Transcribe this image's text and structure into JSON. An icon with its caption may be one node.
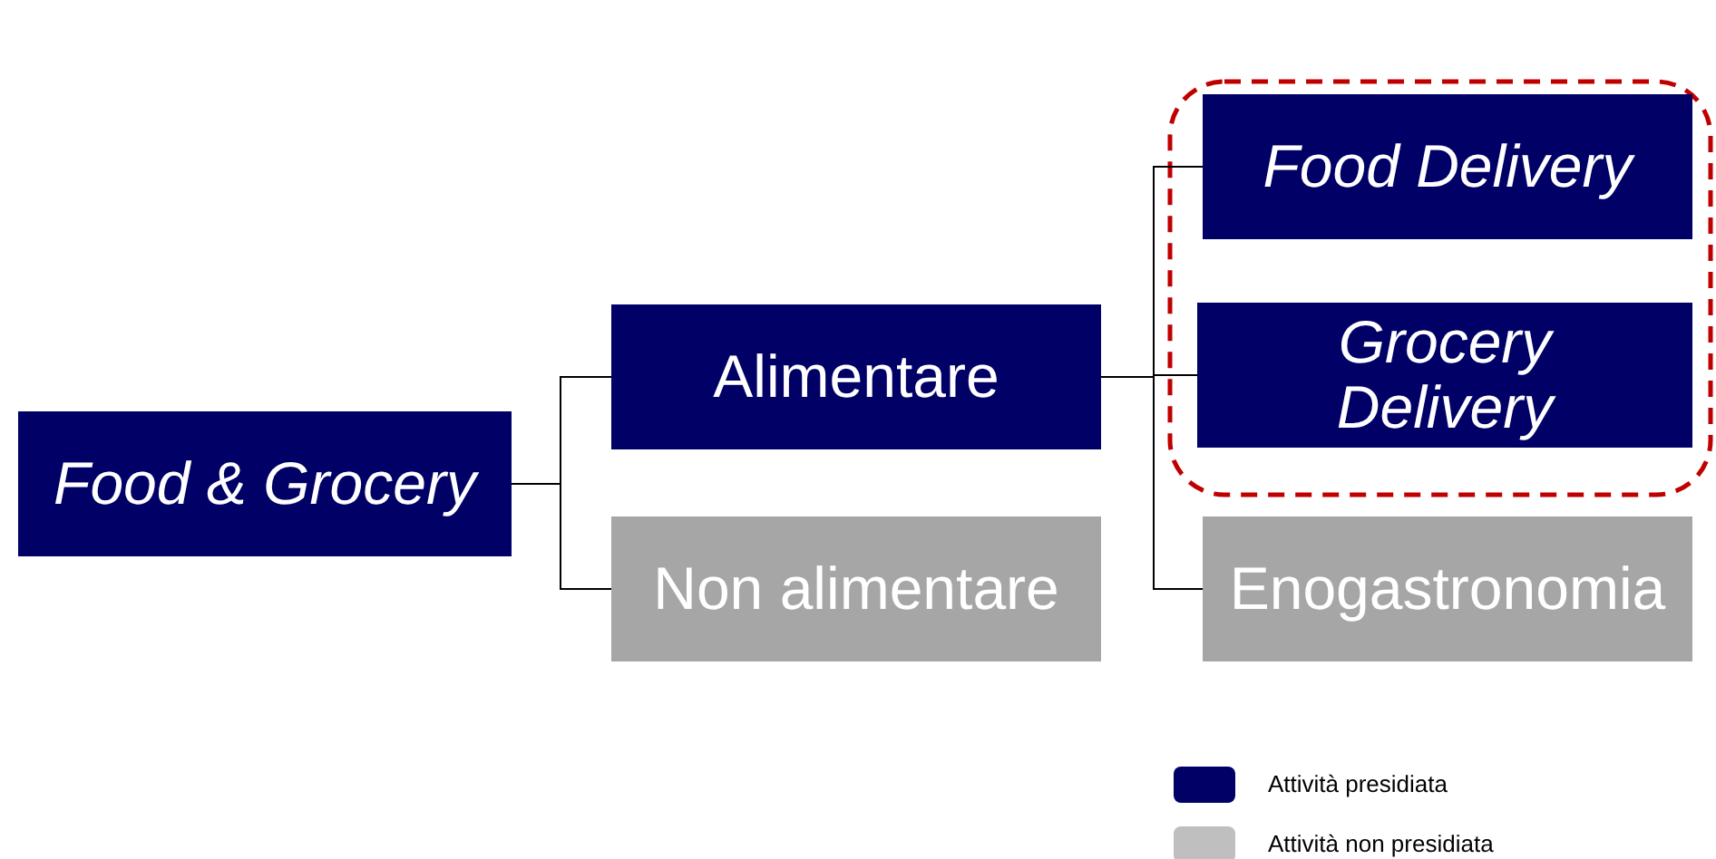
{
  "diagram": {
    "nodes": [
      {
        "text": [
          "Food & Grocery"
        ]
      },
      {
        "text": [
          "Alimentare"
        ]
      },
      {
        "text": [
          "Non alimentare"
        ]
      },
      {
        "text": [
          "Food Delivery"
        ]
      },
      {
        "text": [
          "Grocery Delivery"
        ]
      },
      {
        "text": [
          "Enogastronomia"
        ]
      }
    ],
    "edges": [
      {
        "from": 0,
        "to": 1,
        "arrow": "none"
      },
      {
        "from": 0,
        "to": 2,
        "arrow": "none"
      },
      {
        "from": 1,
        "to": 3,
        "arrow": "none"
      },
      {
        "from": 1,
        "to": 4,
        "arrow": "none"
      },
      {
        "from": 1,
        "to": 5,
        "arrow": "none"
      }
    ],
    "legend": [
      {
        "text": "Attività presidiata",
        "color": "#000066"
      },
      {
        "text": "Attività non presidiata",
        "color": "#bfbfbf"
      }
    ]
  }
}
